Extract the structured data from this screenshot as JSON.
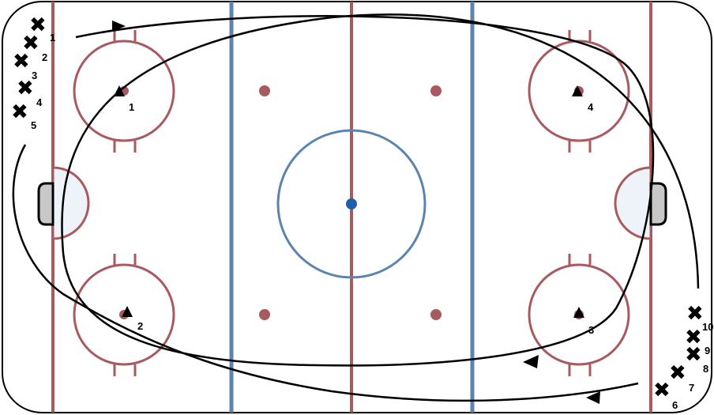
{
  "diagram": {
    "colors": {
      "boards": "#000000",
      "red_line": "#a85a5f",
      "blue_line": "#5b84b1",
      "center_dot": "#1f5ea8",
      "crease_fill": "#eef3f9",
      "net_fill": "#c8c8c8",
      "path": "#000000"
    },
    "players_left": [
      {
        "label": "1"
      },
      {
        "label": "2"
      },
      {
        "label": "3"
      },
      {
        "label": "4"
      },
      {
        "label": "5"
      }
    ],
    "players_right": [
      {
        "label": "10"
      },
      {
        "label": "9"
      },
      {
        "label": "8"
      },
      {
        "label": "7"
      },
      {
        "label": "6"
      }
    ],
    "cones": [
      {
        "label": "1"
      },
      {
        "label": "2"
      },
      {
        "label": "4"
      },
      {
        "label": "3"
      }
    ]
  }
}
